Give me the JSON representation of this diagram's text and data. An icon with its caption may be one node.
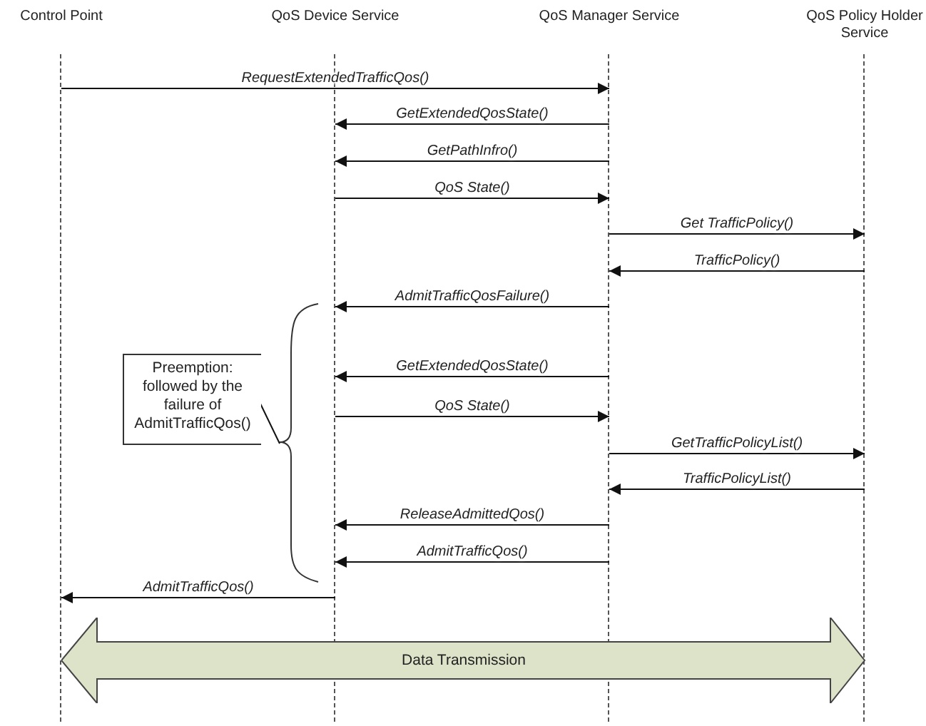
{
  "diagram": {
    "nodes": [
      {
        "text": [
          "Control Point"
        ]
      },
      {
        "text": [
          "QoS Device Service"
        ]
      },
      {
        "text": [
          "QoS Manager Service"
        ]
      },
      {
        "text": [
          "QoS Policy Holder Service"
        ]
      },
      {
        "text": [
          "Preemption: followed by the failure of AdmitTrafficQos()"
        ]
      },
      {
        "text": [
          "Data Transmission"
        ]
      },
      {
        "text": [],
        "shape": "brace"
      }
    ],
    "edges": [
      {
        "from": 0,
        "to": 2,
        "arrow": "to",
        "label": "RequestExtendedTrafficQos()"
      },
      {
        "from": 2,
        "to": 1,
        "arrow": "to",
        "label": "GetExtendedQosState()"
      },
      {
        "from": 2,
        "to": 1,
        "arrow": "to",
        "label": "GetPathInfro()"
      },
      {
        "from": 1,
        "to": 2,
        "arrow": "to",
        "label": "QoS State()"
      },
      {
        "from": 2,
        "to": 3,
        "arrow": "to",
        "label": "Get TrafficPolicy()"
      },
      {
        "from": 3,
        "to": 2,
        "arrow": "to",
        "label": "TrafficPolicy()"
      },
      {
        "from": 2,
        "to": 1,
        "arrow": "to",
        "label": "AdmitTrafficQosFailure()"
      },
      {
        "from": 2,
        "to": 1,
        "arrow": "to",
        "label": "GetExtendedQosState()"
      },
      {
        "from": 1,
        "to": 2,
        "arrow": "to",
        "label": "QoS State()"
      },
      {
        "from": 2,
        "to": 3,
        "arrow": "to",
        "label": "GetTrafficPolicyList()"
      },
      {
        "from": 3,
        "to": 2,
        "arrow": "to",
        "label": "TrafficPolicyList()"
      },
      {
        "from": 2,
        "to": 1,
        "arrow": "to",
        "label": "ReleaseAdmittedQos()"
      },
      {
        "from": 2,
        "to": 1,
        "arrow": "to",
        "label": "AdmitTrafficQos()"
      },
      {
        "from": 1,
        "to": 0,
        "arrow": "to",
        "label": "AdmitTrafficQos()"
      },
      {
        "from": 4,
        "to": 6,
        "arrow": "none"
      }
    ]
  }
}
